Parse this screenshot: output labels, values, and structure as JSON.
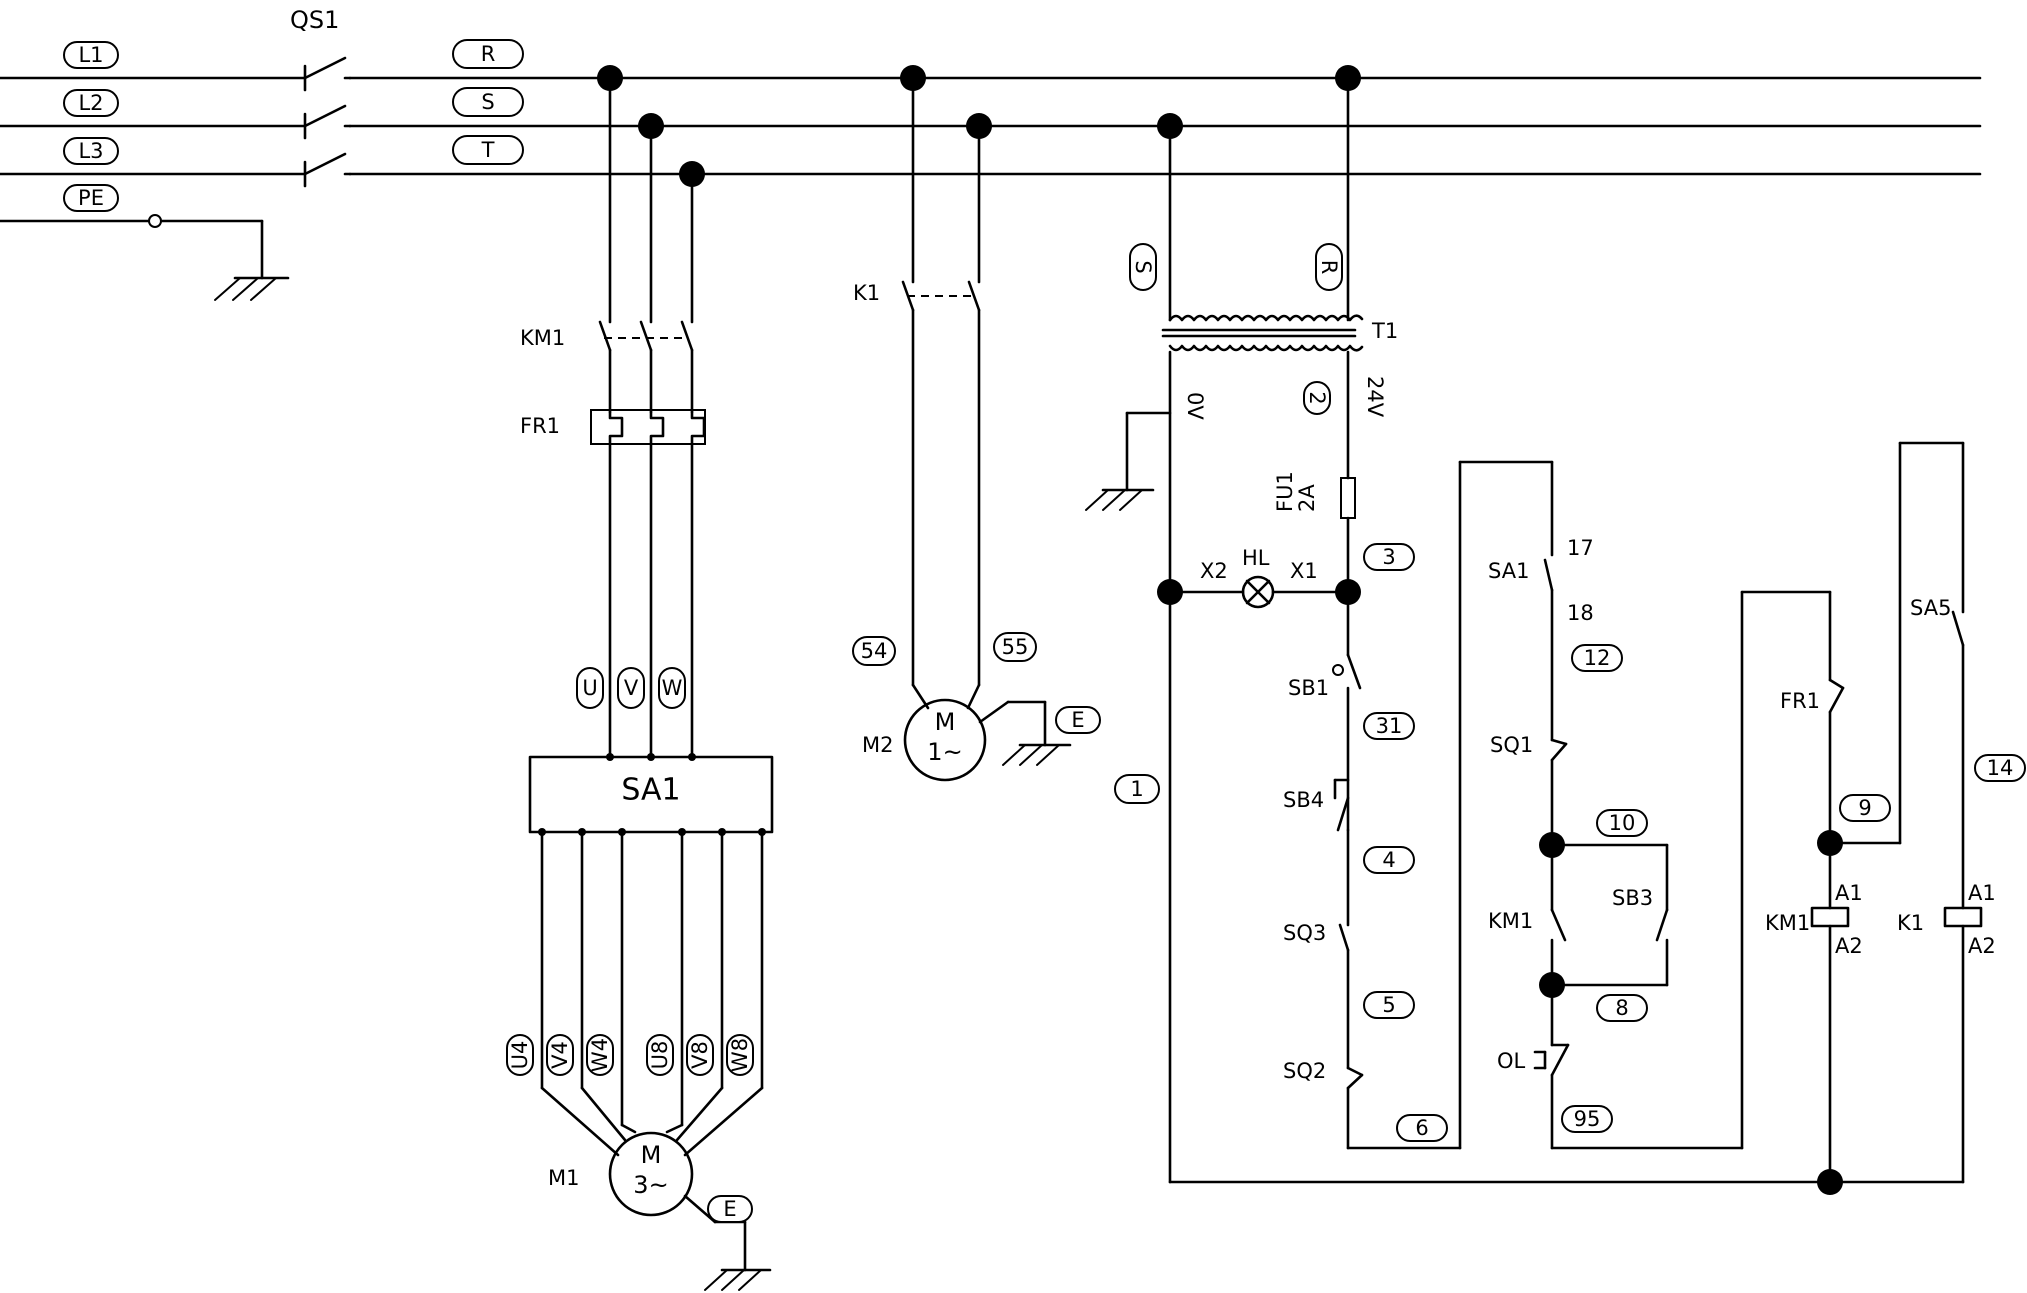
{
  "line_tags": [
    "L1",
    "L2",
    "L3",
    "PE"
  ],
  "phase_tags": [
    "R",
    "S",
    "T"
  ],
  "transformer_tags": [
    "S",
    "R"
  ],
  "uvw_tags": [
    "U",
    "V",
    "W"
  ],
  "winding_tags": [
    "U4",
    "V4",
    "W4",
    "U8",
    "V8",
    "W8"
  ],
  "wire_numbers": {
    "n1": "1",
    "n2": "2",
    "n3": "3",
    "n31": "31",
    "n4": "4",
    "n5": "5",
    "n6": "6",
    "n12": "12",
    "n10": "10",
    "n8": "8",
    "n95": "95",
    "n9": "9",
    "n14": "14",
    "n54": "54",
    "n55": "55"
  },
  "earth_tags": {
    "m1": "E",
    "m2": "E"
  },
  "components": {
    "qs1": "QS1",
    "km1_main": "KM1",
    "fr1_main": "FR1",
    "sa1_switch": "SA1",
    "k1_main": "K1",
    "t1": "T1",
    "fu1": "FU1",
    "fu1_rating": "2A",
    "hl": "HL",
    "x1": "X1",
    "x2": "X2",
    "sb1": "SB1",
    "sb4": "SB4",
    "sq3": "SQ3",
    "sq2": "SQ2",
    "sa1_ctrl": "SA1",
    "sq1": "SQ1",
    "km1_aux": "KM1",
    "sb3": "SB3",
    "ol": "OL",
    "fr1_aux": "FR1",
    "sa5": "SA5",
    "km1_coil": "KM1",
    "k1_coil": "K1"
  },
  "terminals": {
    "t17": "17",
    "t18": "18",
    "km1_a1": "A1",
    "km1_a2": "A2",
    "k1_a1": "A1",
    "k1_a2": "A2"
  },
  "voltages": {
    "v0": "0V",
    "v24": "24V"
  },
  "motors": {
    "m1": {
      "label": "M1",
      "m": "M",
      "spec": "3~"
    },
    "m2": {
      "label": "M2",
      "m": "M",
      "spec": "1~"
    }
  }
}
